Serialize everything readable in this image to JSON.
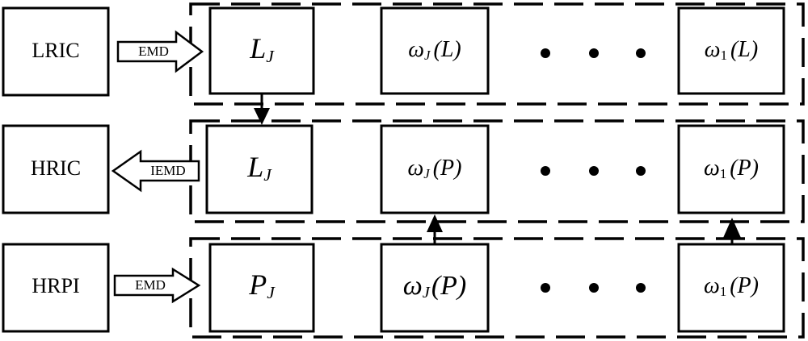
{
  "inputs": {
    "lric": "LRIC",
    "hric": "HRIC",
    "hrpi": "HRPI"
  },
  "arrows": {
    "top": "EMD",
    "middle": "IEMD",
    "bottom": "EMD"
  },
  "row1": {
    "base_sym": "L",
    "base_sub": "J",
    "wJ_sym": "ω",
    "wJ_sub": "J",
    "wJ_arg": "(L)",
    "w1_sym": "ω",
    "w1_sub": "1",
    "w1_arg": "(L)"
  },
  "row2": {
    "base_sym": "L",
    "base_sub": "J",
    "wJ_sym": "ω",
    "wJ_sub": "J",
    "wJ_arg": "(P)",
    "w1_sym": "ω",
    "w1_sub": "1",
    "w1_arg": "(P)"
  },
  "row3": {
    "base_sym": "P",
    "base_sub": "J",
    "wJ_sym": "ω",
    "wJ_sub": "J",
    "wJ_arg": "(P)",
    "w1_sym": "ω",
    "w1_sub": "1",
    "w1_arg": "(P)"
  }
}
